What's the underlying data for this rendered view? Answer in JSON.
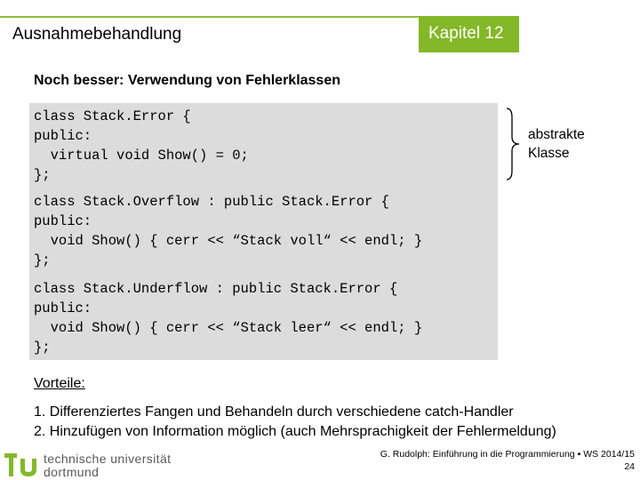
{
  "header": {
    "section": "Ausnahmebehandlung",
    "chapter": "Kapitel 12"
  },
  "slide": {
    "subtitle": "Noch besser: Verwendung von Fehlerklassen",
    "code_blocks": [
      "class Stack.Error {\npublic:\n  virtual void Show() = 0;\n};",
      "class Stack.Overflow : public Stack.Error {\npublic:\n  void Show() { cerr << “Stack voll“ << endl; }\n};",
      "class Stack.Underflow : public Stack.Error {\npublic:\n  void Show() { cerr << “Stack leer“ << endl; }\n};"
    ],
    "annotation": "abstrakte\nKlasse",
    "advantages_heading": "Vorteile:",
    "advantages": [
      "1. Differenziertes Fangen und Behandeln durch verschiedene catch-Handler",
      "2. Hinzufügen von Information möglich (auch Mehrsprachigkeit der Fehlermeldung)"
    ]
  },
  "footer": {
    "university_line1": "technische universität",
    "university_line2": "dortmund",
    "credit": "G. Rudolph: Einführung in die Programmierung ▪ WS 2014/15",
    "page": "24"
  },
  "colors": {
    "accent_green": "#84b828",
    "code_background": "#dcdcdc"
  }
}
